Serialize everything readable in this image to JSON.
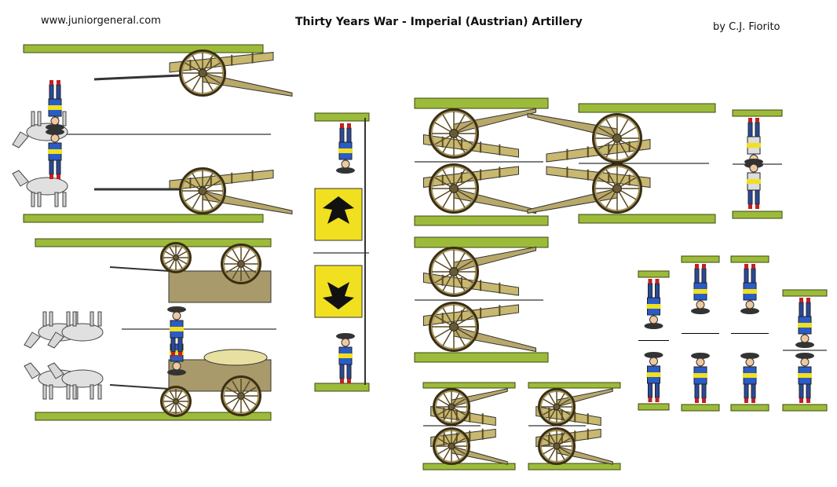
{
  "header": {
    "site": "www.juniorgeneral.com",
    "title": "Thirty Years War - Imperial (Austrian) Artillery",
    "author": "by C.J. Fiorito"
  },
  "colors": {
    "base": "#9dbb3a",
    "base_outline": "#3a4a10",
    "bronze": "#b8a86a",
    "wood": "#8a7a4a",
    "coat_blue": "#2a5cc8",
    "flag_yellow": "#f0e020"
  }
}
